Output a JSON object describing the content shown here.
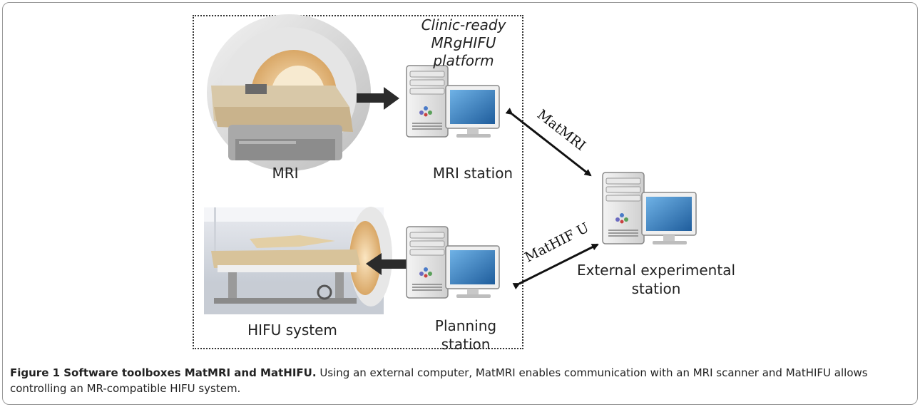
{
  "figure": {
    "platform_label_line1": "Clinic-ready",
    "platform_label_line2": "MRgHIFU platform",
    "mri_label": "MRI",
    "mri_station_label": "MRI station",
    "hifu_label": "HIFU system",
    "planning_label_line1": "Planning",
    "planning_label_line2": "station",
    "external_label_line1": "External experimental",
    "external_label_line2": "station",
    "arrow_top_label": "MatMRI",
    "arrow_bottom_label": "MatHIF U"
  },
  "caption": {
    "title": "Figure 1 Software toolboxes MatMRI and MatHIFU.",
    "text": " Using an external computer, MatMRI enables communication with an MRI scanner and MatHIFU allows controlling an MR-compatible HIFU system."
  }
}
